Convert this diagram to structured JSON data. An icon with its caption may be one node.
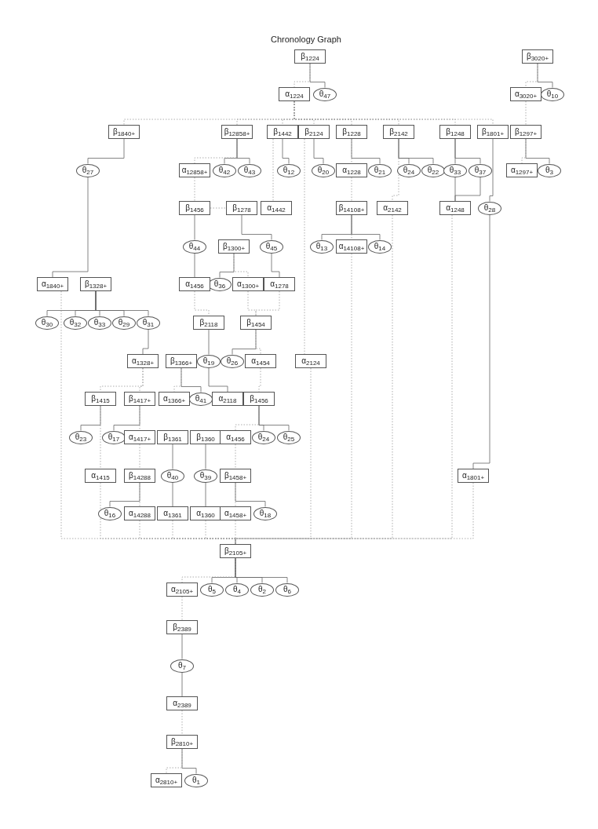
{
  "diagram": {
    "title": "Chronology Graph",
    "nodes": [
      {
        "text": [
          "β$_{1224}$"
        ]
      },
      {
        "text": [
          "θ$_{47}$"
        ]
      },
      {
        "text": [
          "β$_{3020+}$"
        ]
      },
      {
        "text": [
          "α$_{3020+}$"
        ]
      },
      {
        "text": [
          "θ$_{10}$"
        ]
      },
      {
        "text": [
          "α$_{1224}$"
        ]
      },
      {
        "text": [
          "β$_{1840+}$"
        ]
      },
      {
        "text": [
          "β$_{12858+}$"
        ]
      },
      {
        "text": [
          "β$_{1442}$"
        ]
      },
      {
        "text": [
          "β$_{2124}$"
        ]
      },
      {
        "text": [
          "β$_{1228}$"
        ]
      },
      {
        "text": [
          "β$_{2142}$"
        ]
      },
      {
        "text": [
          "β$_{1248}$"
        ]
      },
      {
        "text": [
          "β$_{1801+}$"
        ]
      },
      {
        "text": [
          "β$_{1297+}$"
        ]
      },
      {
        "text": [
          "θ$_{27}$"
        ]
      },
      {
        "text": [
          "α$_{12858+}$"
        ]
      },
      {
        "text": [
          "θ$_{42}$"
        ]
      },
      {
        "text": [
          "θ$_{43}$"
        ]
      },
      {
        "text": [
          "θ$_{12}$"
        ]
      },
      {
        "text": [
          "θ$_{20}$"
        ]
      },
      {
        "text": [
          "α$_{1228}$"
        ]
      },
      {
        "text": [
          "θ$_{21}$"
        ]
      },
      {
        "text": [
          "θ$_{24}$"
        ]
      },
      {
        "text": [
          "θ$_{22}$"
        ]
      },
      {
        "text": [
          "θ$_{33}$"
        ]
      },
      {
        "text": [
          "θ$_{37}$"
        ]
      },
      {
        "text": [
          "α$_{1297+}$"
        ]
      },
      {
        "text": [
          "θ$_{3}$"
        ]
      },
      {
        "text": [
          "β$_{1456}$"
        ]
      },
      {
        "text": [
          "β$_{1278}$"
        ]
      },
      {
        "text": [
          "α$_{1442}$"
        ]
      },
      {
        "text": [
          "β$_{14108+}$"
        ]
      },
      {
        "text": [
          "α$_{2142}$"
        ]
      },
      {
        "text": [
          "α$_{1248}$"
        ]
      },
      {
        "text": [
          "θ$_{28}$"
        ]
      },
      {
        "text": [
          "θ$_{44}$"
        ]
      },
      {
        "text": [
          "θ$_{45}$"
        ]
      },
      {
        "text": [
          "β$_{1300+}$"
        ]
      },
      {
        "text": [
          "θ$_{13}$"
        ]
      },
      {
        "text": [
          "α$_{14108+}$"
        ]
      },
      {
        "text": [
          "θ$_{14}$"
        ]
      },
      {
        "text": [
          "α$_{1840+}$"
        ]
      },
      {
        "text": [
          "β$_{1328+}$"
        ]
      },
      {
        "text": [
          "θ$_{36}$"
        ]
      },
      {
        "text": [
          "α$_{1456}$"
        ]
      },
      {
        "text": [
          "α$_{1300+}$"
        ]
      },
      {
        "text": [
          "α$_{1278}$"
        ]
      },
      {
        "text": [
          "θ$_{30}$"
        ]
      },
      {
        "text": [
          "θ$_{32}$"
        ]
      },
      {
        "text": [
          "θ$_{33}$"
        ]
      },
      {
        "text": [
          "θ$_{29}$"
        ]
      },
      {
        "text": [
          "θ$_{31}$"
        ]
      },
      {
        "text": [
          "β$_{2118}$"
        ]
      },
      {
        "text": [
          "β$_{1454}$"
        ]
      },
      {
        "text": [
          "θ$_{26}$"
        ]
      },
      {
        "text": [
          "α$_{1328+}$"
        ]
      },
      {
        "text": [
          "β$_{1366+}$"
        ]
      },
      {
        "text": [
          "θ$_{19}$"
        ]
      },
      {
        "text": [
          "α$_{1454}$"
        ]
      },
      {
        "text": [
          "α$_{2124}$"
        ]
      },
      {
        "text": [
          "β$_{1415}$"
        ]
      },
      {
        "text": [
          "β$_{1417+}$"
        ]
      },
      {
        "text": [
          "α$_{1366+}$"
        ]
      },
      {
        "text": [
          "θ$_{41}$"
        ]
      },
      {
        "text": [
          "α$_{2118}$"
        ]
      },
      {
        "text": [
          "β$_{1456}$"
        ]
      },
      {
        "text": [
          "θ$_{23}$"
        ]
      },
      {
        "text": [
          "θ$_{17}$"
        ]
      },
      {
        "text": [
          "α$_{1417+}$"
        ]
      },
      {
        "text": [
          "β$_{1361}$"
        ]
      },
      {
        "text": [
          "β$_{1360}$"
        ]
      },
      {
        "text": [
          "α$_{1456}$"
        ]
      },
      {
        "text": [
          "θ$_{24}$"
        ]
      },
      {
        "text": [
          "θ$_{25}$"
        ]
      },
      {
        "text": [
          "α$_{1415}$"
        ]
      },
      {
        "text": [
          "β$_{14288}$"
        ]
      },
      {
        "text": [
          "θ$_{40}$"
        ]
      },
      {
        "text": [
          "θ$_{39}$"
        ]
      },
      {
        "text": [
          "β$_{1458+}$"
        ]
      },
      {
        "text": [
          "α$_{14288}$"
        ]
      },
      {
        "text": [
          "θ$_{16}$"
        ]
      },
      {
        "text": [
          "α$_{1361}$"
        ]
      },
      {
        "text": [
          "α$_{1360}$"
        ]
      },
      {
        "text": [
          "α$_{1458+}$"
        ]
      },
      {
        "text": [
          "θ$_{18}$"
        ]
      },
      {
        "text": [
          "α$_{1801+}$"
        ]
      },
      {
        "text": [
          "β$_{2105+}$"
        ]
      },
      {
        "text": [
          "α$_{2105+}$"
        ]
      },
      {
        "text": [
          "θ$_{5}$"
        ]
      },
      {
        "text": [
          "θ$_{4}$"
        ]
      },
      {
        "text": [
          "θ$_{2}$"
        ]
      },
      {
        "text": [
          "θ$_{6}$"
        ]
      },
      {
        "text": [
          "β$_{2389}$"
        ]
      },
      {
        "text": [
          "θ$_{7}$"
        ]
      },
      {
        "text": [
          "α$_{2389}$"
        ]
      },
      {
        "text": [
          "β$_{2810+}$"
        ]
      },
      {
        "text": [
          "α$_{2810+}$"
        ]
      },
      {
        "text": [
          "θ$_{1}$"
        ]
      }
    ],
    "edges": [
      {
        "from": 0,
        "to": 1,
        "arrow": "none"
      },
      {
        "from": 2,
        "to": 4,
        "arrow": "none"
      },
      {
        "from": 6,
        "to": 15,
        "arrow": "none"
      },
      {
        "from": 7,
        "to": 17,
        "arrow": "none"
      },
      {
        "from": 7,
        "to": 18,
        "arrow": "none"
      },
      {
        "from": 8,
        "to": 19,
        "arrow": "none"
      },
      {
        "from": 9,
        "to": 20,
        "arrow": "none"
      },
      {
        "from": 10,
        "to": 22,
        "arrow": "none"
      },
      {
        "from": 11,
        "to": 23,
        "arrow": "none"
      },
      {
        "from": 11,
        "to": 24,
        "arrow": "none"
      },
      {
        "from": 12,
        "to": 25,
        "arrow": "none"
      },
      {
        "from": 12,
        "to": 26,
        "arrow": "none"
      },
      {
        "from": 13,
        "to": 35,
        "arrow": "none"
      },
      {
        "from": 14,
        "to": 28,
        "arrow": "none"
      },
      {
        "from": 15,
        "to": 42,
        "arrow": "none"
      },
      {
        "from": 29,
        "to": 36,
        "arrow": "none"
      },
      {
        "from": 36,
        "to": 45,
        "arrow": "none"
      },
      {
        "from": 30,
        "to": 37,
        "arrow": "none"
      },
      {
        "from": 37,
        "to": 47,
        "arrow": "none"
      },
      {
        "from": 32,
        "to": 39,
        "arrow": "none"
      },
      {
        "from": 32,
        "to": 41,
        "arrow": "none"
      },
      {
        "from": 38,
        "to": 44,
        "arrow": "none"
      },
      {
        "from": 43,
        "to": 48,
        "arrow": "none"
      },
      {
        "from": 43,
        "to": 49,
        "arrow": "none"
      },
      {
        "from": 43,
        "to": 50,
        "arrow": "none"
      },
      {
        "from": 43,
        "to": 51,
        "arrow": "none"
      },
      {
        "from": 43,
        "to": 52,
        "arrow": "none"
      },
      {
        "from": 52,
        "to": 56,
        "arrow": "none"
      },
      {
        "from": 53,
        "to": 58,
        "arrow": "none"
      },
      {
        "from": 58,
        "to": 65,
        "arrow": "none"
      },
      {
        "from": 54,
        "to": 55,
        "arrow": "none"
      },
      {
        "from": 57,
        "to": 64,
        "arrow": "none"
      },
      {
        "from": 62,
        "to": 68,
        "arrow": "none"
      },
      {
        "from": 61,
        "to": 67,
        "arrow": "none"
      },
      {
        "from": 66,
        "to": 73,
        "arrow": "none"
      },
      {
        "from": 66,
        "to": 74,
        "arrow": "none"
      },
      {
        "from": 70,
        "to": 77,
        "arrow": "none"
      },
      {
        "from": 77,
        "to": 82,
        "arrow": "none"
      },
      {
        "from": 71,
        "to": 78,
        "arrow": "none"
      },
      {
        "from": 78,
        "to": 83,
        "arrow": "none"
      },
      {
        "from": 76,
        "to": 81,
        "arrow": "none"
      },
      {
        "from": 79,
        "to": 85,
        "arrow": "none"
      },
      {
        "from": 25,
        "to": 34,
        "arrow": "none"
      },
      {
        "from": 26,
        "to": 34,
        "arrow": "none"
      },
      {
        "from": 35,
        "to": 86,
        "arrow": "none"
      },
      {
        "from": 87,
        "to": 89,
        "arrow": "none"
      },
      {
        "from": 87,
        "to": 90,
        "arrow": "none"
      },
      {
        "from": 87,
        "to": 91,
        "arrow": "none"
      },
      {
        "from": 87,
        "to": 92,
        "arrow": "none"
      },
      {
        "from": 93,
        "to": 94,
        "arrow": "none"
      },
      {
        "from": 94,
        "to": 95,
        "arrow": "none"
      },
      {
        "from": 96,
        "to": 98,
        "arrow": "none"
      },
      {
        "from": 0,
        "to": 5,
        "arrow": "none",
        "style": "dashed"
      },
      {
        "from": 2,
        "to": 3,
        "arrow": "none",
        "style": "dashed"
      },
      {
        "from": 3,
        "to": 14,
        "arrow": "none",
        "style": "dashed"
      },
      {
        "from": 14,
        "to": 27,
        "arrow": "none",
        "style": "dashed"
      },
      {
        "from": 5,
        "to": 6,
        "arrow": "none",
        "style": "dashed"
      },
      {
        "from": 5,
        "to": 7,
        "arrow": "none",
        "style": "dashed"
      },
      {
        "from": 5,
        "to": 8,
        "arrow": "none",
        "style": "dashed"
      },
      {
        "from": 5,
        "to": 9,
        "arrow": "none",
        "style": "dashed"
      },
      {
        "from": 5,
        "to": 10,
        "arrow": "none",
        "style": "dashed"
      },
      {
        "from": 5,
        "to": 11,
        "arrow": "none",
        "style": "dashed"
      },
      {
        "from": 5,
        "to": 12,
        "arrow": "none",
        "style": "dashed"
      },
      {
        "from": 5,
        "to": 13,
        "arrow": "none",
        "style": "dashed"
      },
      {
        "from": 7,
        "to": 16,
        "arrow": "none",
        "style": "dashed"
      },
      {
        "from": 16,
        "to": 29,
        "arrow": "none",
        "style": "dashed"
      },
      {
        "from": 29,
        "to": 30,
        "arrow": "none",
        "style": "dashed"
      },
      {
        "from": 8,
        "to": 31,
        "arrow": "none",
        "style": "dashed"
      },
      {
        "from": 10,
        "to": 21,
        "arrow": "none",
        "style": "dashed"
      },
      {
        "from": 21,
        "to": 32,
        "arrow": "none",
        "style": "dashed"
      },
      {
        "from": 32,
        "to": 40,
        "arrow": "none",
        "style": "dashed"
      },
      {
        "from": 11,
        "to": 33,
        "arrow": "none",
        "style": "dashed"
      },
      {
        "from": 38,
        "to": 46,
        "arrow": "none",
        "style": "dashed"
      },
      {
        "from": 45,
        "to": 53,
        "arrow": "none",
        "style": "dashed"
      },
      {
        "from": 46,
        "to": 54,
        "arrow": "none",
        "style": "dashed"
      },
      {
        "from": 47,
        "to": 54,
        "arrow": "none",
        "style": "dashed"
      },
      {
        "from": 54,
        "to": 59,
        "arrow": "none",
        "style": "dashed"
      },
      {
        "from": 59,
        "to": 66,
        "arrow": "none",
        "style": "dashed"
      },
      {
        "from": 56,
        "to": 61,
        "arrow": "none",
        "style": "dashed"
      },
      {
        "from": 56,
        "to": 62,
        "arrow": "none",
        "style": "dashed"
      },
      {
        "from": 62,
        "to": 69,
        "arrow": "none",
        "style": "dashed"
      },
      {
        "from": 69,
        "to": 76,
        "arrow": "none",
        "style": "dashed"
      },
      {
        "from": 76,
        "to": 80,
        "arrow": "none",
        "style": "dashed"
      },
      {
        "from": 57,
        "to": 63,
        "arrow": "none",
        "style": "dashed"
      },
      {
        "from": 66,
        "to": 72,
        "arrow": "none",
        "style": "dashed"
      },
      {
        "from": 72,
        "to": 79,
        "arrow": "none",
        "style": "dashed"
      },
      {
        "from": 79,
        "to": 84,
        "arrow": "none",
        "style": "dashed"
      },
      {
        "from": 61,
        "to": 75,
        "arrow": "none",
        "style": "dashed"
      },
      {
        "from": 9,
        "to": 60,
        "arrow": "none",
        "style": "dashed"
      },
      {
        "from": 75,
        "to": 87,
        "arrow": "none",
        "style": "dashed"
      },
      {
        "from": 80,
        "to": 87,
        "arrow": "none",
        "style": "dashed"
      },
      {
        "from": 82,
        "to": 87,
        "arrow": "none",
        "style": "dashed"
      },
      {
        "from": 83,
        "to": 87,
        "arrow": "none",
        "style": "dashed"
      },
      {
        "from": 84,
        "to": 87,
        "arrow": "none",
        "style": "dashed"
      },
      {
        "from": 40,
        "to": 87,
        "arrow": "none",
        "style": "dashed"
      },
      {
        "from": 60,
        "to": 87,
        "arrow": "none",
        "style": "dashed"
      },
      {
        "from": 33,
        "to": 87,
        "arrow": "none",
        "style": "dashed"
      },
      {
        "from": 34,
        "to": 87,
        "arrow": "none",
        "style": "dashed"
      },
      {
        "from": 86,
        "to": 87,
        "arrow": "none",
        "style": "dashed"
      },
      {
        "from": 42,
        "to": 87,
        "arrow": "none",
        "style": "dashed"
      },
      {
        "from": 87,
        "to": 88,
        "arrow": "none",
        "style": "dashed"
      },
      {
        "from": 88,
        "to": 93,
        "arrow": "none",
        "style": "dashed"
      },
      {
        "from": 95,
        "to": 96,
        "arrow": "none",
        "style": "dashed"
      },
      {
        "from": 96,
        "to": 97,
        "arrow": "none",
        "style": "dashed"
      }
    ]
  }
}
